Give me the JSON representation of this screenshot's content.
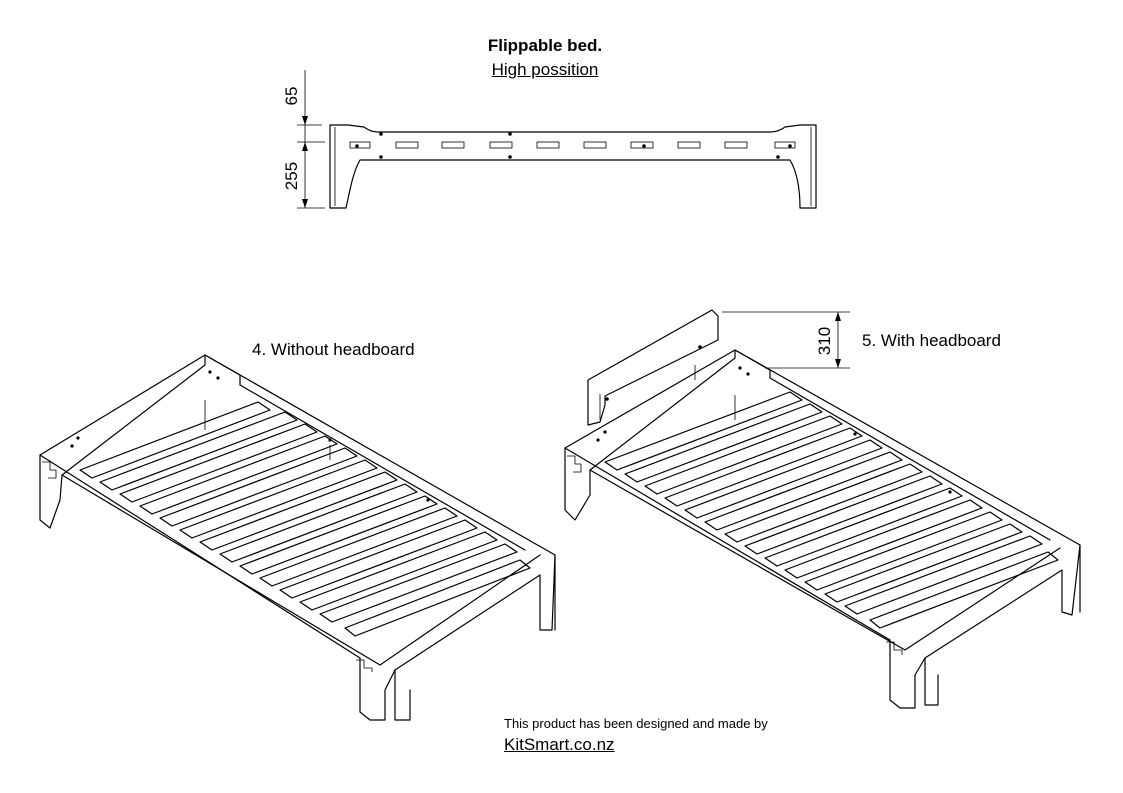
{
  "header": {
    "title": "Flippable bed.",
    "subtitle": "High possition"
  },
  "dimensions": {
    "top_gap": "65",
    "frame_height": "255",
    "headboard_height": "310"
  },
  "views": {
    "without_headboard": "4. Without headboard",
    "with_headboard": "5. With headboard"
  },
  "footer": {
    "credit": "This product has been designed and made by",
    "brand": "KitSmart.co.nz"
  }
}
